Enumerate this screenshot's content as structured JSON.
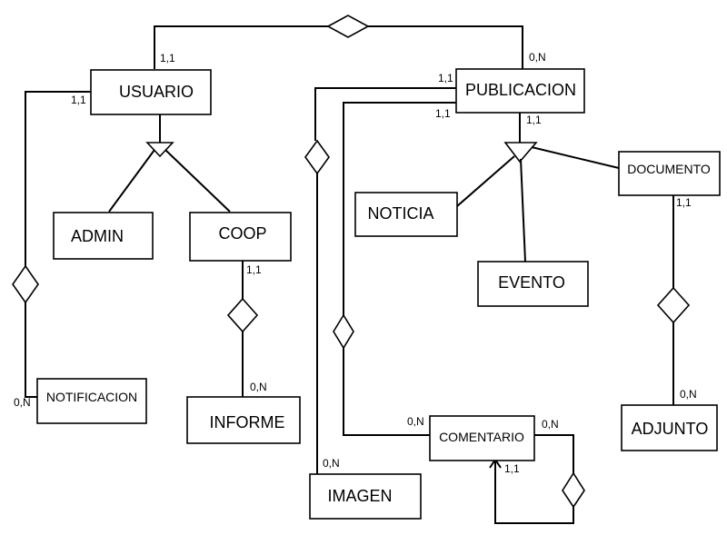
{
  "entities": {
    "usuario": "USUARIO",
    "publicacion": "PUBLICACION",
    "admin": "ADMIN",
    "coop": "COOP",
    "noticia": "NOTICIA",
    "evento": "EVENTO",
    "documento": "DOCUMENTO",
    "notificacion": "NOTIFICACION",
    "informe": "INFORME",
    "imagen": "IMAGEN",
    "comentario": "COMENTARIO",
    "adjunto": "ADJUNTO"
  },
  "cardinalities": {
    "usuario_pub_left": "1,1",
    "usuario_pub_right": "0,N",
    "usuario_notif_top": "1,1",
    "notificacion_side": "0,N",
    "coop_bottom": "1,1",
    "informe_top": "0,N",
    "pub_imagen": "1,1",
    "pub_comentario": "1,1",
    "pub_bottom": "1,1",
    "imagen_top": "0,N",
    "comentario_left": "0,N",
    "comentario_right": "0,N",
    "comentario_self": "1,1",
    "documento_bottom": "1,1",
    "adjunto_top": "0,N"
  }
}
